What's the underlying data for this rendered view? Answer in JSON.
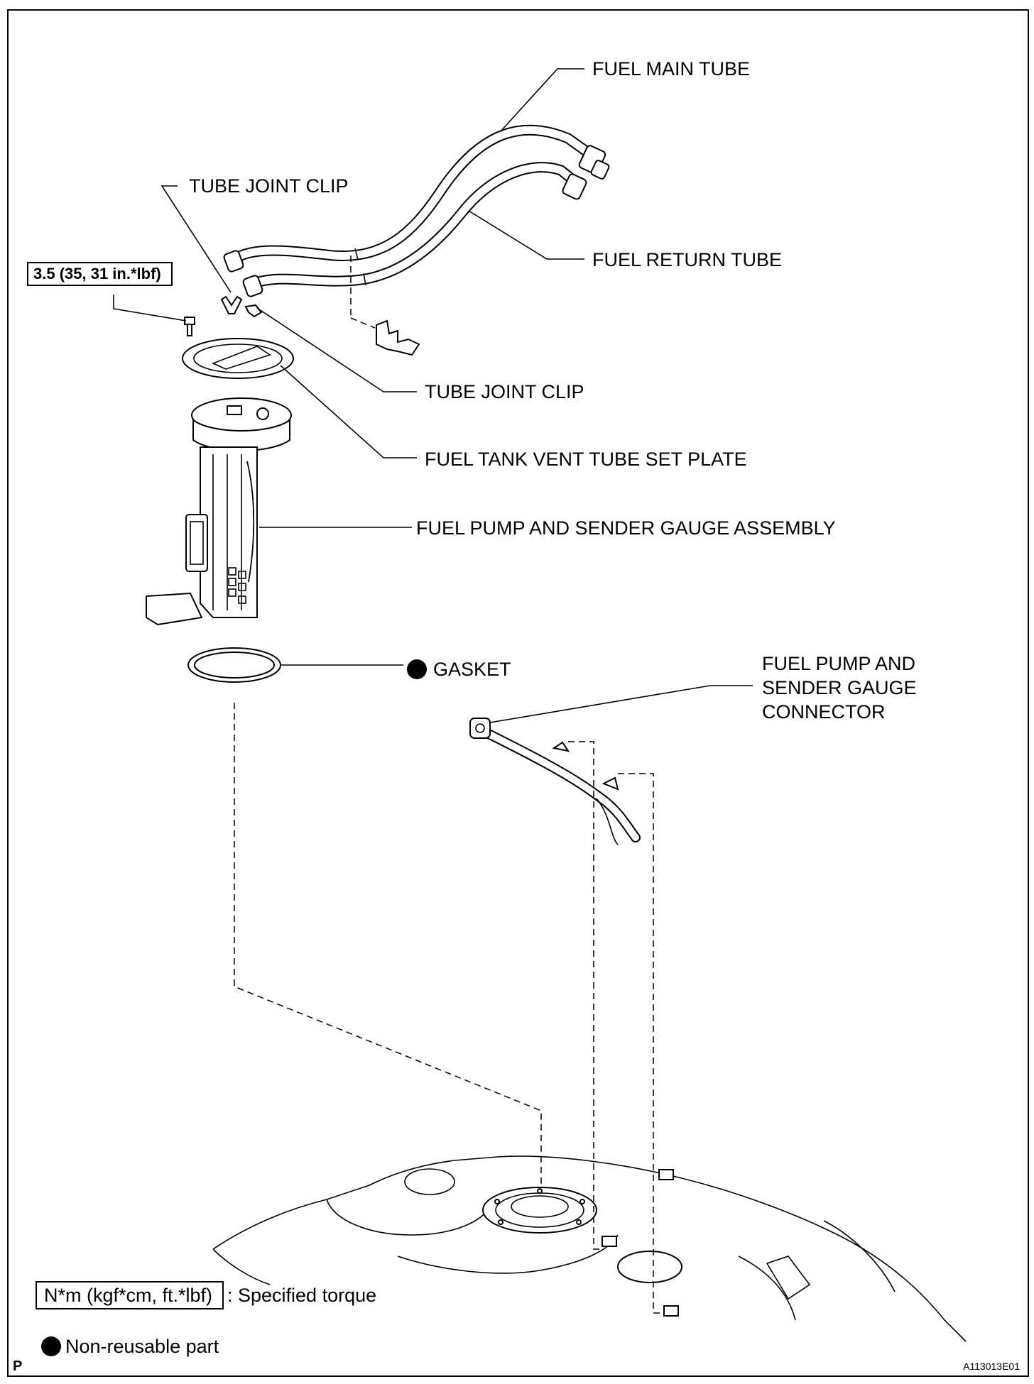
{
  "labels": {
    "fuel_main_tube": "FUEL MAIN TUBE",
    "tube_joint_clip_upper": "TUBE JOINT CLIP",
    "fuel_return_tube": "FUEL RETURN TUBE",
    "torque_value": "3.5 (35, 31 in.*lbf)",
    "tube_joint_clip_lower": "TUBE JOINT CLIP",
    "vent_tube_set_plate": "FUEL TANK VENT TUBE SET PLATE",
    "pump_assembly": "FUEL PUMP AND SENDER GAUGE ASSEMBLY",
    "gasket": "GASKET",
    "connector_line1": "FUEL PUMP AND",
    "connector_line2": "SENDER GAUGE",
    "connector_line3": "CONNECTOR"
  },
  "legend": {
    "torque_box": "N*m (kgf*cm, ft.*lbf)",
    "torque_desc": ": Specified torque",
    "non_reusable": "Non-reusable part"
  },
  "footer": {
    "page_letter": "P",
    "figure_id": "A113013E01"
  }
}
